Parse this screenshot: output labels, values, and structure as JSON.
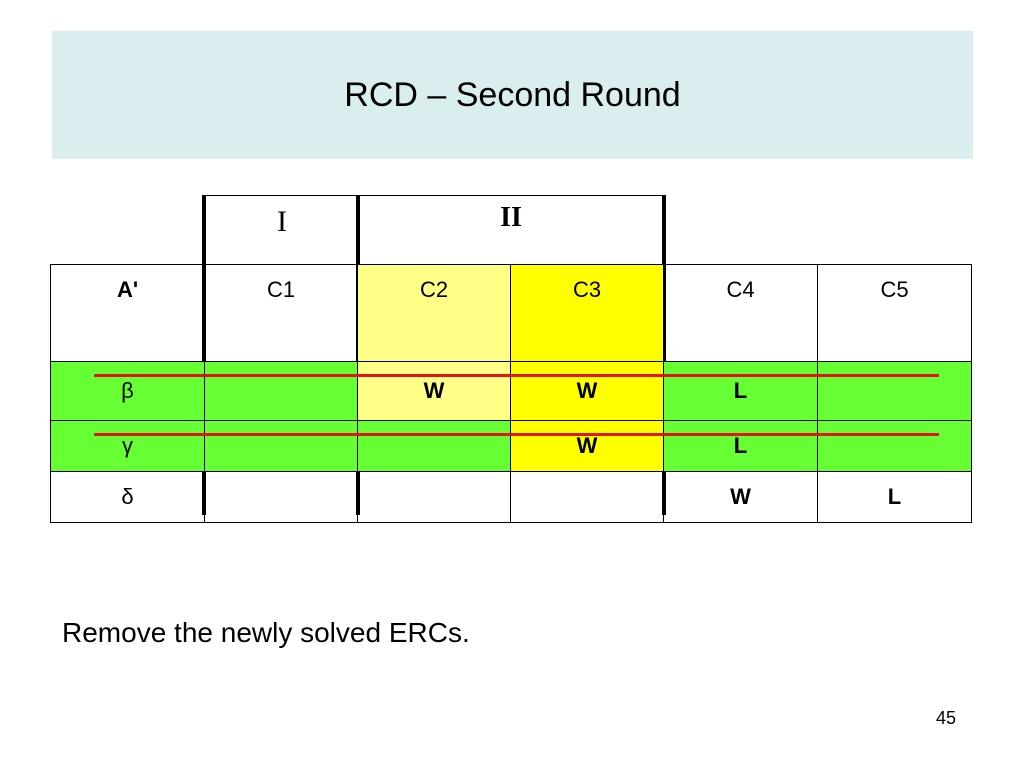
{
  "slide": {
    "title": "RCD – Second Round",
    "strata": {
      "I": "I",
      "II": "II"
    },
    "table": {
      "header": [
        "A'",
        "C1",
        "C2",
        "C3",
        "C4",
        "C5"
      ],
      "rows": [
        {
          "label": "β",
          "cells": [
            "",
            "W",
            "W",
            "L",
            ""
          ]
        },
        {
          "label": "γ",
          "cells": [
            "",
            "",
            "W",
            "L",
            ""
          ]
        },
        {
          "label": "δ",
          "cells": [
            "",
            "",
            "",
            "W",
            "L"
          ]
        }
      ]
    },
    "colors": {
      "title_bg": "#daeef0",
      "green": "#66ff33",
      "light_yellow": "#ffff88",
      "yellow": "#ffff00",
      "strike": "#e0161b"
    },
    "body_text": "Remove the newly solved ERCs.",
    "page_number": "45"
  }
}
